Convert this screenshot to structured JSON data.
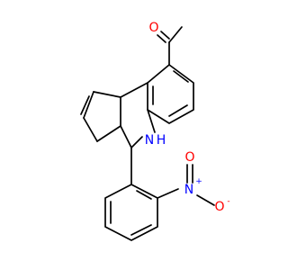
{
  "molecule": {
    "atoms": {
      "carbonyl_oxygen": {
        "symbol": "O",
        "color": "#ff0000"
      },
      "amine_nitrogen": {
        "symbol": "N",
        "color": "#0000ff"
      },
      "amine_hydrogen": {
        "symbol": "H",
        "color": "#0000ff"
      },
      "nitro_nitrogen": {
        "symbol": "N",
        "charge": "+",
        "color": "#0000ff"
      },
      "nitro_oxygen_double": {
        "symbol": "O",
        "color": "#ff0000"
      },
      "nitro_oxygen_single": {
        "symbol": "O",
        "charge": "-",
        "color": "#ff0000"
      }
    },
    "bond_color": "#000000"
  }
}
